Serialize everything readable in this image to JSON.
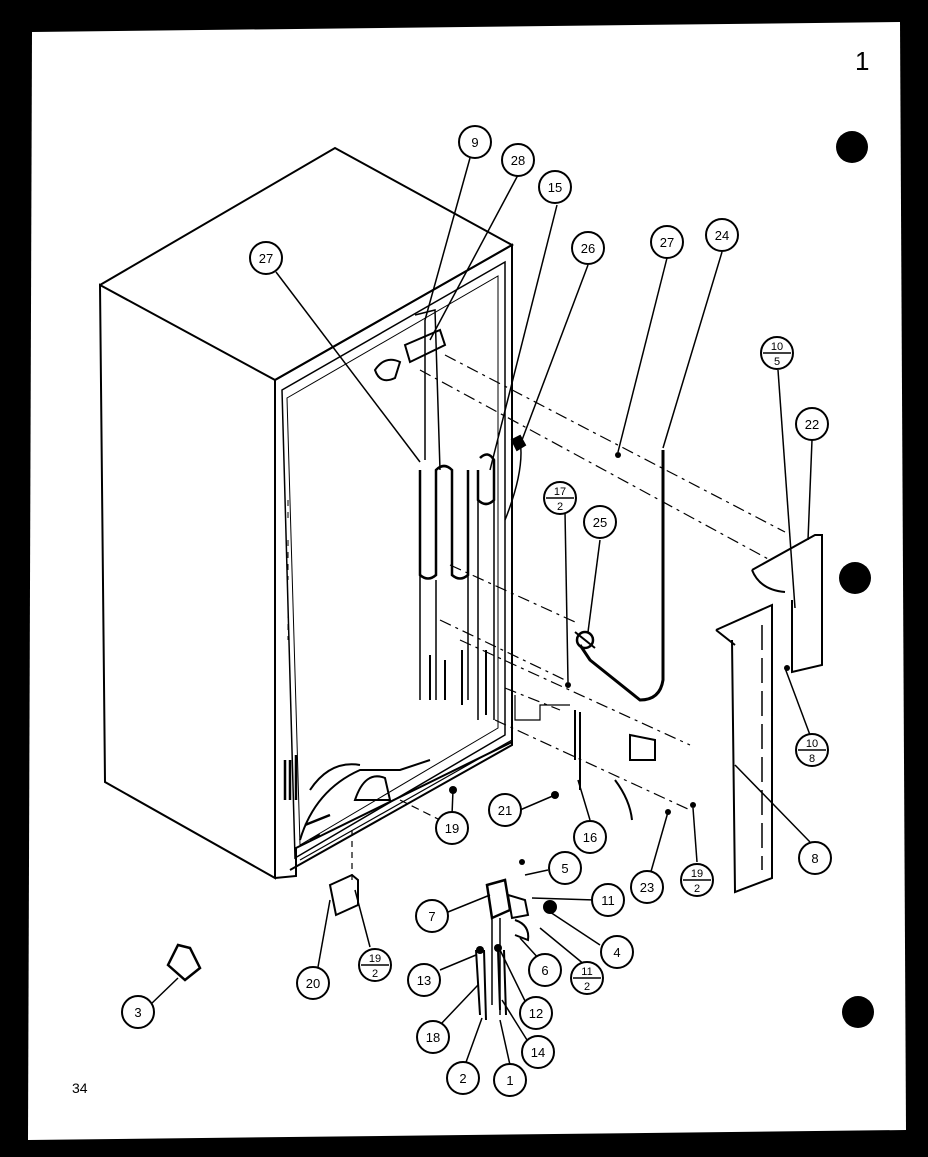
{
  "page": {
    "number": "34",
    "corner_mark": "1"
  },
  "callouts": [
    {
      "id": "c9",
      "label": "9"
    },
    {
      "id": "c28",
      "label": "28"
    },
    {
      "id": "c15",
      "label": "15"
    },
    {
      "id": "c26",
      "label": "26"
    },
    {
      "id": "c27a",
      "label": "27"
    },
    {
      "id": "c27b",
      "label": "27"
    },
    {
      "id": "c24",
      "label": "24"
    },
    {
      "id": "c22",
      "label": "22"
    },
    {
      "id": "c25",
      "label": "25"
    },
    {
      "id": "c21",
      "label": "21"
    },
    {
      "id": "c16",
      "label": "16"
    },
    {
      "id": "c19",
      "label": "19"
    },
    {
      "id": "c5",
      "label": "5"
    },
    {
      "id": "c23",
      "label": "23"
    },
    {
      "id": "c8",
      "label": "8"
    },
    {
      "id": "c7",
      "label": "7"
    },
    {
      "id": "c11",
      "label": "11"
    },
    {
      "id": "c4",
      "label": "4"
    },
    {
      "id": "c6",
      "label": "6"
    },
    {
      "id": "c13",
      "label": "13"
    },
    {
      "id": "c12",
      "label": "12"
    },
    {
      "id": "c20",
      "label": "20"
    },
    {
      "id": "c3",
      "label": "3"
    },
    {
      "id": "c18",
      "label": "18"
    },
    {
      "id": "c14",
      "label": "14"
    },
    {
      "id": "c2",
      "label": "2"
    },
    {
      "id": "c1",
      "label": "1"
    }
  ],
  "fraction_callouts": [
    {
      "id": "f10_5",
      "num": "10",
      "den": "5"
    },
    {
      "id": "f17_2",
      "num": "17",
      "den": "2"
    },
    {
      "id": "f10_8",
      "num": "10",
      "den": "8"
    },
    {
      "id": "f19_2a",
      "num": "19",
      "den": "2"
    },
    {
      "id": "f19_2b",
      "num": "19",
      "den": "2"
    },
    {
      "id": "f11_2",
      "num": "11",
      "den": "2"
    }
  ]
}
